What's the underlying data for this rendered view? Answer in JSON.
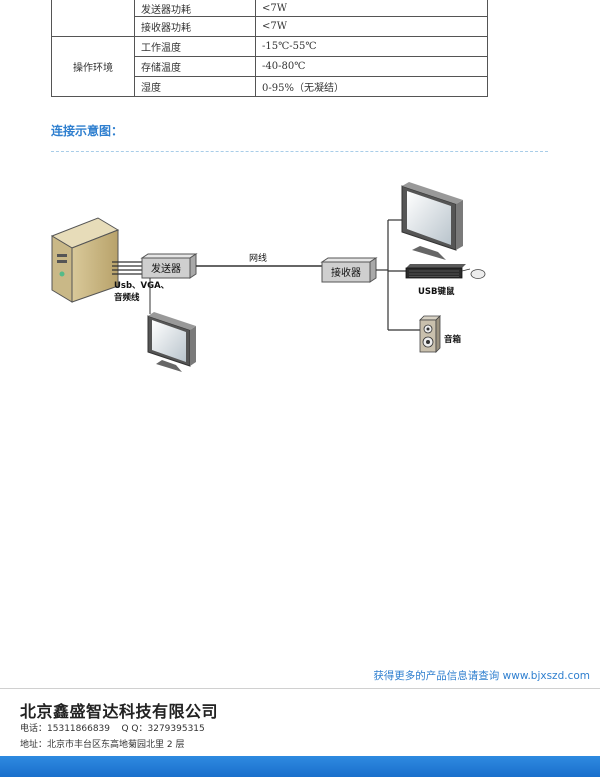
{
  "spec_table": {
    "rows": [
      {
        "category": "",
        "key": "发送器功耗",
        "value": "<7W"
      },
      {
        "category": "",
        "key": "接收器功耗",
        "value": "<7W"
      },
      {
        "category": "操作环境",
        "key": "工作温度",
        "value": "-15℃-55℃"
      },
      {
        "category": "",
        "key": "存储温度",
        "value": "-40-80℃"
      },
      {
        "category": "",
        "key": "湿度",
        "value": "0-95%（无凝结）"
      }
    ]
  },
  "section_title": "连接示意图：",
  "diagram": {
    "sender_label": "发送器",
    "receiver_label": "接收器",
    "cable_label": "网线",
    "sender_ports_label_line1": "Usb、VGA、",
    "sender_ports_label_line2": "音频线",
    "keyboard_label": "USB键鼠",
    "speaker_label": "音箱"
  },
  "footer": {
    "link_text": "获得更多的产品信息请查询 www.bjxszd.com",
    "company": "北京鑫盛智达科技有限公司",
    "phone_label": "电话：",
    "phone": "15311866839",
    "qq_label": "Q Q：",
    "qq": "3279395315",
    "address_label": "地址：",
    "address": "北京市丰台区东高地菊园北里 2 层"
  },
  "colors": {
    "accent": "#2f7fcf",
    "bar": "#1a6fcc",
    "device_box": "#c8c8c8"
  }
}
